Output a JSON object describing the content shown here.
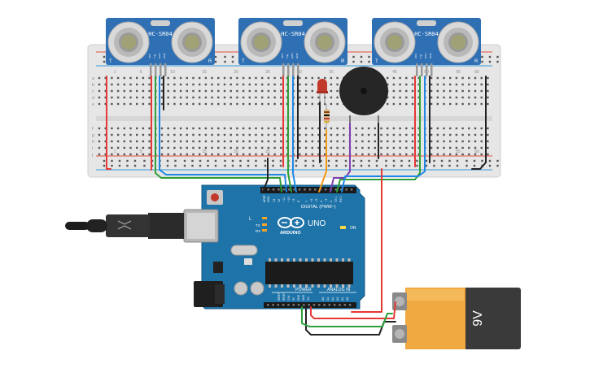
{
  "colors": {
    "board": "#1e73a8",
    "board_dark": "#155a86",
    "breadboard": "#e8e8e8",
    "rail_red": "#e74c3c",
    "rail_blue": "#3498db",
    "sensor": "#2f6fb4",
    "battery_top": "#f0a940",
    "battery_body": "#3a3a3a",
    "wire_red": "#e53935",
    "wire_black": "#222222",
    "wire_green": "#2e9e3a",
    "wire_blue": "#1e88e5",
    "wire_orange": "#f29a1a",
    "wire_purple": "#7e3fb0"
  },
  "sensors": [
    {
      "label": "HC-SR04",
      "t_label": "T",
      "r_label": "R",
      "pins": [
        "VCC",
        "Trig",
        "Echo",
        "GND"
      ]
    },
    {
      "label": "HC-SR04",
      "t_label": "T",
      "r_label": "R",
      "pins": [
        "VCC",
        "Trig",
        "Echo",
        "GND"
      ]
    },
    {
      "label": "HC-SR04",
      "t_label": "T",
      "r_label": "R",
      "pins": [
        "VCC",
        "Trig",
        "Echo",
        "GND"
      ]
    }
  ],
  "breadboard": {
    "row_letters_top": [
      "a",
      "b",
      "c",
      "d",
      "e"
    ],
    "row_letters_bottom": [
      "f",
      "g",
      "h",
      "i",
      "j"
    ],
    "column_numbers": [
      "1",
      "5",
      "10",
      "15",
      "20",
      "25",
      "30",
      "35",
      "40",
      "45",
      "50",
      "55",
      "60"
    ]
  },
  "arduino": {
    "brand": "ARDUINO",
    "model": "UNO",
    "digital_label": "DIGITAL (PWM~)",
    "power_label": "POWER",
    "analog_label": "ANALOG IN",
    "on_label": "ON",
    "led_labels": [
      "L",
      "TX",
      "RX"
    ],
    "digital_pins": [
      "AREF",
      "GND",
      "13",
      "12",
      "~11",
      "~10",
      "~9",
      "8",
      "7",
      "~6",
      "~5",
      "4",
      "~3",
      "2",
      "TX 1",
      "RX 0"
    ],
    "power_pins": [
      "IOREF",
      "RESET",
      "3.3V",
      "5V",
      "GND",
      "GND",
      "Vin"
    ],
    "analog_pins": [
      "A0",
      "A1",
      "A2",
      "A3",
      "A4",
      "A5"
    ]
  },
  "battery": {
    "label": "9V"
  }
}
